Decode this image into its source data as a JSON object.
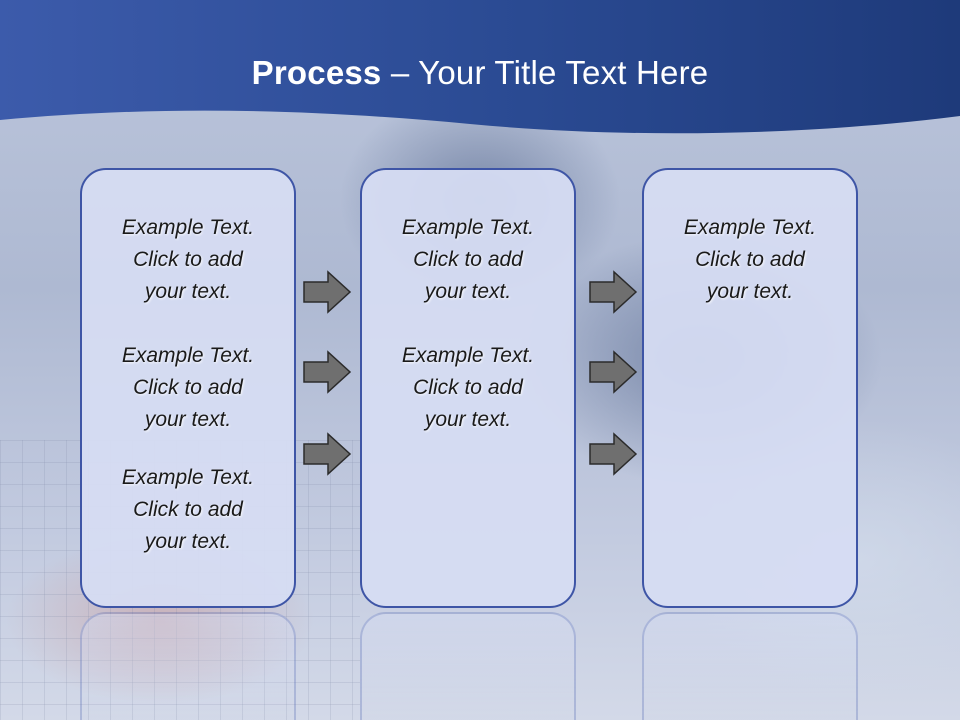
{
  "slide": {
    "title_bold": "Process",
    "title_rest": "– Your Title Text Here"
  },
  "columns": [
    {
      "blocks": [
        {
          "lines": [
            "Example Text.",
            "Click  to add",
            "your text."
          ]
        },
        {
          "lines": [
            "Example Text.",
            "Click  to add",
            "your text."
          ]
        },
        {
          "lines": [
            "Example Text.",
            "Click  to add",
            "your text."
          ]
        }
      ]
    },
    {
      "blocks": [
        {
          "lines": [
            "Example Text.",
            "Click  to add",
            "your text."
          ]
        },
        {
          "lines": [
            "Example Text.",
            "Click  to add",
            "your text."
          ]
        }
      ]
    },
    {
      "blocks": [
        {
          "lines": [
            "Example Text.",
            "Click  to add",
            "your text."
          ]
        }
      ]
    }
  ],
  "icons": {
    "arrow": "right-arrow-icon"
  },
  "colors": {
    "header_dark": "#1e3a7a",
    "header_light": "#3c5bab",
    "panel_border": "#3e55a6",
    "panel_fill": "#d6ddf3",
    "arrow_fill": "#6f6f6f",
    "text": "#1a1a1a",
    "title_text": "#ffffff"
  }
}
